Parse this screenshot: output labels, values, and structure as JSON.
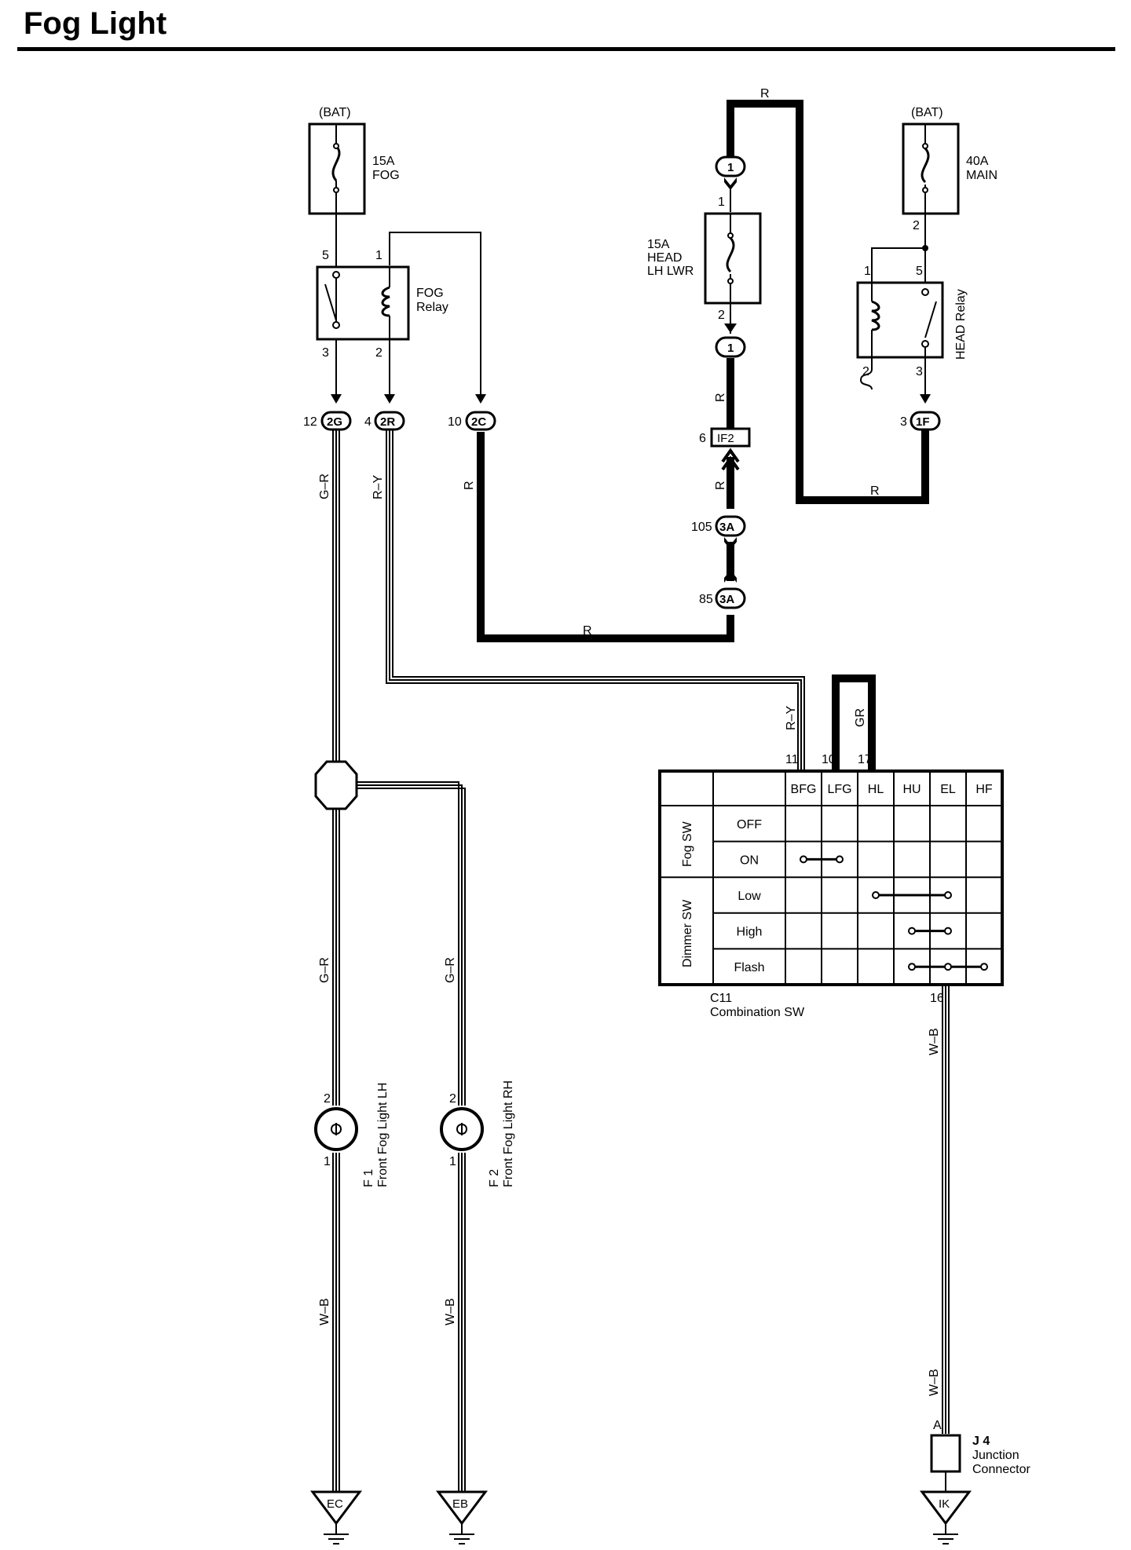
{
  "title": "Fog Light",
  "power": {
    "bat_left": "(BAT)",
    "bat_right": "(BAT)"
  },
  "fuses": {
    "fog": {
      "rating": "15A",
      "name": "FOG"
    },
    "head_lh_lwr": {
      "rating": "15A",
      "line2": "HEAD",
      "line3": "LH LWR"
    },
    "main": {
      "rating": "40A",
      "name": "MAIN"
    }
  },
  "relays": {
    "fog": {
      "line1": "FOG",
      "line2": "Relay",
      "pin_5": "5",
      "pin_1": "1",
      "pin_3": "3",
      "pin_2": "2"
    },
    "head": {
      "name": "HEAD Relay",
      "pin_1": "1",
      "pin_5": "5",
      "pin_2": "2",
      "pin_3": "3"
    }
  },
  "connectors": {
    "c_2g": {
      "pin": "12",
      "id": "2G"
    },
    "c_2r": {
      "pin": "4",
      "id": "2R"
    },
    "c_2c": {
      "pin": "10",
      "id": "2C"
    },
    "c_if2": {
      "pin": "6",
      "id": "IF2"
    },
    "c_3a_top": {
      "pin": "105",
      "id": "3A"
    },
    "c_3a_bottom": {
      "pin": "85",
      "id": "3A"
    },
    "c_1f": {
      "pin": "3",
      "id": "1F"
    },
    "c_1_top": {
      "id": "1"
    },
    "c_1_bottom": {
      "id": "1"
    }
  },
  "pins": {
    "fuse_head_in": "1",
    "fuse_head_out": "2",
    "main_out": "2",
    "sw_11": "11",
    "sw_10": "10",
    "sw_17": "17",
    "sw_16": "16",
    "lh_top": "2",
    "lh_bottom": "1",
    "rh_top": "2",
    "rh_bottom": "1",
    "j4_a": "A"
  },
  "wire_colors": {
    "r_top": "R",
    "r_head_1": "R",
    "r_head_2": "R",
    "r_2c": "R",
    "r_bottom": "R",
    "r_return": "R",
    "g_r_1": "G–R",
    "r_y_1": "R–Y",
    "r_y_2": "R–Y",
    "gr": "GR",
    "g_r_2": "G–R",
    "g_r_3": "G–R",
    "w_b_1": "W–B",
    "w_b_2": "W–B",
    "w_b_3": "W–B",
    "w_b_4": "W–B"
  },
  "combination_switch": {
    "id": "C11",
    "name": "Combination SW",
    "columns": [
      "BFG",
      "LFG",
      "HL",
      "HU",
      "EL",
      "HF"
    ],
    "fog_sw_label": "Fog SW",
    "dimmer_sw_label": "Dimmer SW",
    "rows": [
      "OFF",
      "ON",
      "Low",
      "High",
      "Flash"
    ],
    "connections": [
      {
        "row": "ON",
        "from": "BFG",
        "to": "LFG"
      },
      {
        "row": "Low",
        "from": "HL",
        "to": "EL"
      },
      {
        "row": "High",
        "from": "HU",
        "to": "EL"
      },
      {
        "row": "Flash",
        "from": "HU",
        "to": "HF"
      }
    ]
  },
  "lights": {
    "lh": {
      "id": "F 1",
      "name": "Front Fog Light LH"
    },
    "rh": {
      "id": "F 2",
      "name": "Front Fog Light RH"
    }
  },
  "junction": {
    "id": "J 4",
    "line1": "Junction",
    "line2": "Connector"
  },
  "grounds": {
    "ec": "EC",
    "eb": "EB",
    "ik": "IK"
  }
}
